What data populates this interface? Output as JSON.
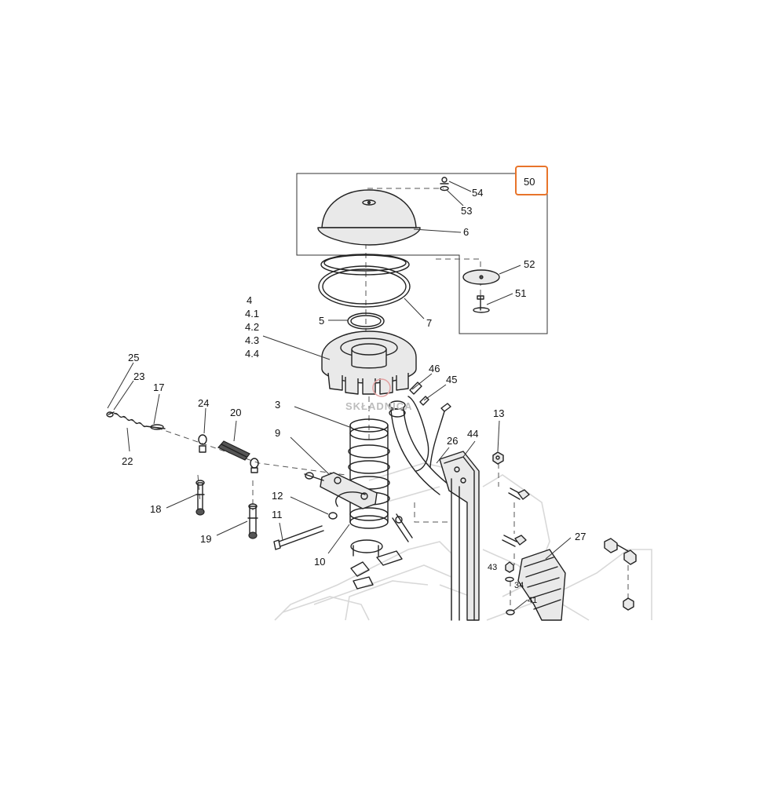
{
  "labels": {
    "l50": "50",
    "l54": "54",
    "l53": "53",
    "l6": "6",
    "l52": "52",
    "l51": "51",
    "l7": "7",
    "l5": "5",
    "l4": "4",
    "l4_1": "4.1",
    "l4_2": "4.2",
    "l4_3": "4.3",
    "l4_4": "4.4",
    "l46": "46",
    "l45": "45",
    "l25": "25",
    "l23": "23",
    "l17": "17",
    "l22": "22",
    "l24": "24",
    "l20": "20",
    "l3": "3",
    "l9": "9",
    "l13": "13",
    "l26": "26",
    "l44": "44",
    "l18": "18",
    "l12": "12",
    "l11": "11",
    "l19": "19",
    "l10": "10",
    "l27": "27",
    "l43": "43",
    "l34": "34",
    "l41": "41"
  },
  "watermark": "SKŁADNICA",
  "colors": {
    "callout_border": "#e8742a",
    "line": "#222222"
  }
}
